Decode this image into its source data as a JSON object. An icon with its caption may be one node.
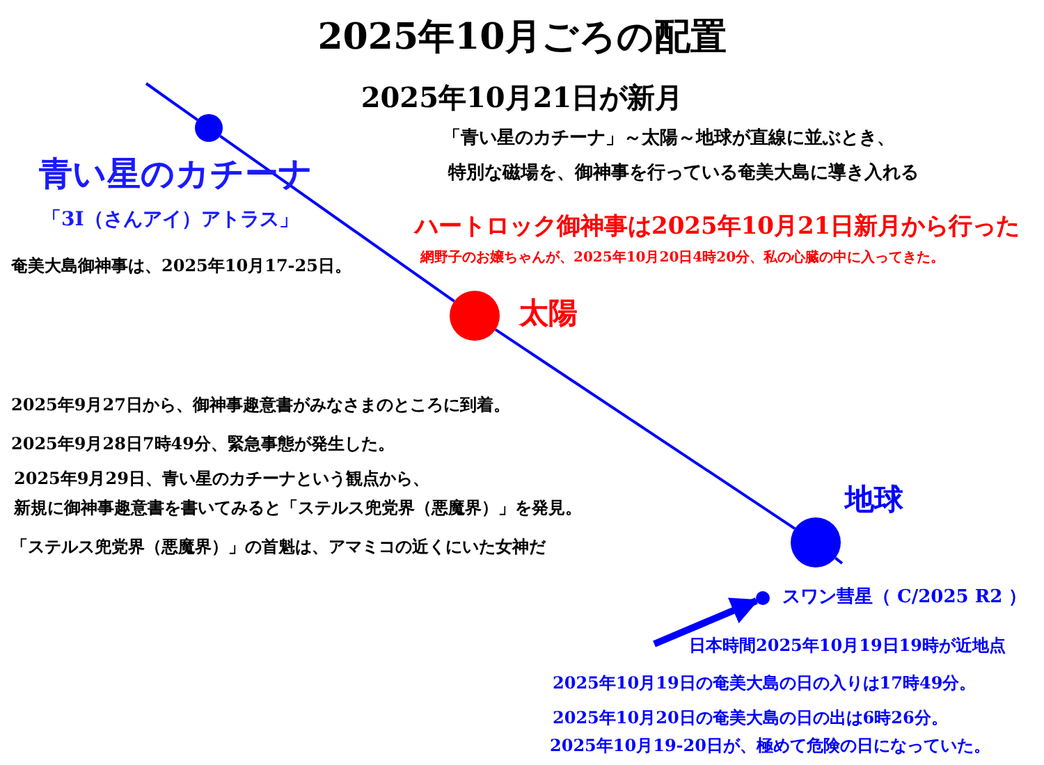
{
  "diagram": {
    "title": "2025年10月ごろの配置",
    "nodes": [
      {
        "text": [],
        "shape": "circle",
        "beside": [
          "青い星のカチーナ",
          "「3I（さんアイ）アトラス」"
        ]
      },
      {
        "text": [],
        "shape": "circle",
        "beside": [
          "太陽"
        ]
      },
      {
        "text": [],
        "shape": "circle",
        "beside": [
          "地球"
        ]
      },
      {
        "text": [],
        "shape": "circle",
        "beside": [
          "スワン彗星（ C/2025 R2 ）"
        ]
      }
    ],
    "edges": [
      {
        "from": null,
        "to": 0,
        "arrow": "none"
      },
      {
        "from": 0,
        "to": 1,
        "arrow": "none"
      },
      {
        "from": 1,
        "to": 2,
        "arrow": "none"
      },
      {
        "from": 2,
        "to": null,
        "arrow": "none"
      },
      {
        "from": null,
        "to": 3,
        "arrow": "to",
        "style": "thick"
      }
    ],
    "labels": [
      "2025年10月21日が新月",
      "「青い星のカチーナ」～太陽～地球が直線に並ぶとき、",
      "特別な磁場を、御神事を行っている奄美大島に導き入れる",
      "奄美大島御神事は、2025年10月17-25日。",
      "ハートロック御神事は2025年10月21日新月から行った",
      "網野子のお嬢ちゃんが、2025年10月20日4時20分、私の心臓の中に入ってきた。",
      "2025年9月27日から、御神事趣意書がみなさまのところに到着。",
      "2025年9月28日7時49分、緊急事態が発生した。",
      "2025年9月29日、青い星のカチーナという観点から、",
      "新規に御神事趣意書を書いてみると「ステルス兜党界（悪魔界）」を発見。",
      "「ステルス兜党界（悪魔界）」の首魁は、アマミコの近くにいた女神だ",
      "日本時間2025年10月19日19時が近地点",
      "2025年10月19日の奄美大島の日の入りは17時49分。",
      "2025年10月20日の奄美大島の日の出は6時26分。",
      "2025年10月19-20日が、極めて危険の日になっていた。"
    ]
  }
}
